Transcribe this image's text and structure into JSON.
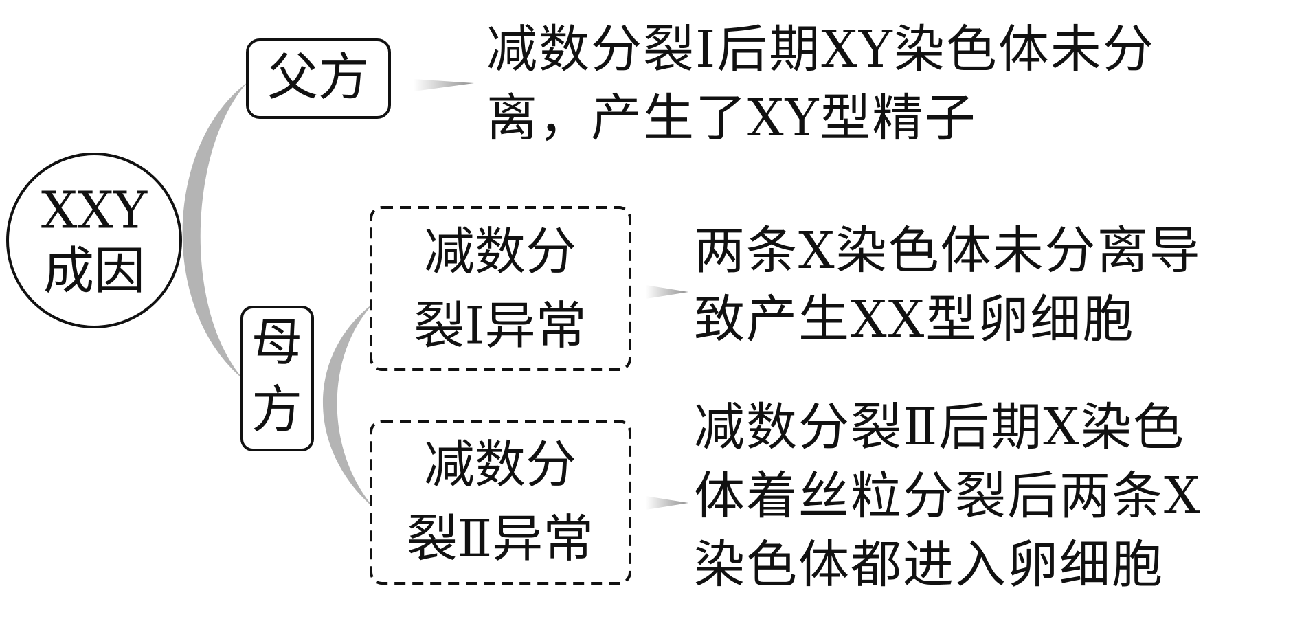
{
  "root": {
    "line1": "XXY",
    "line2": "成因"
  },
  "father": {
    "label": "父方",
    "description": {
      "line1": "减数分裂Ⅰ后期XY染色体未分",
      "line2": "离，产生了XY型精子"
    }
  },
  "mother": {
    "label_line1": "母",
    "label_line2": "方",
    "branches": [
      {
        "label_line1": "减数分",
        "label_line2": "裂Ⅰ异常",
        "description": {
          "line1": "两条X染色体未分离导",
          "line2": "致产生XX型卵细胞"
        }
      },
      {
        "label_line1": "减数分",
        "label_line2": "裂Ⅱ异常",
        "description": {
          "line1": "减数分裂Ⅱ后期X染色",
          "line2": "体着丝粒分裂后两条X",
          "line3": "染色体都进入卵细胞"
        }
      }
    ]
  },
  "colors": {
    "line": "#111111",
    "connector": "#b4b4b4",
    "arrow": "#999999"
  }
}
